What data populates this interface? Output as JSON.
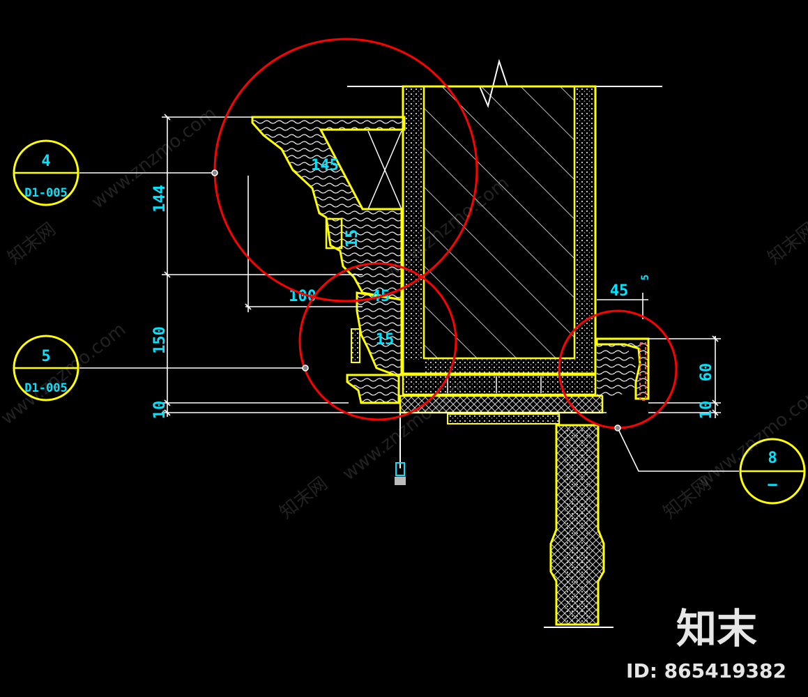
{
  "drawing": {
    "background": "#000000",
    "colors": {
      "outline": "#ffff00",
      "dimension": "#ffffff",
      "dimension_text": "#00e5ff",
      "callout_circle": "#ff0000",
      "hatch": "#ffffff"
    },
    "dimensions": {
      "d_top_height": "144",
      "d_mid_height": "150",
      "d_bottom_left": "10",
      "d_crown_width": "145",
      "d_small_gap": "15",
      "d_left_projection": "100",
      "d_left_15": "45",
      "d_base_15": "15",
      "d_right_45": "45",
      "d_right_small": "5",
      "d_right_height": "60",
      "d_bottom_right": "10"
    },
    "detail_tags": [
      {
        "number": "4",
        "sheet": "D1-005"
      },
      {
        "number": "5",
        "sheet": "D1-005"
      },
      {
        "number": "8",
        "sheet": "—"
      }
    ]
  },
  "watermark": {
    "site": "www.znzmo.com",
    "name": "知末网",
    "brand": "知末",
    "id_label": "ID: 865419382"
  }
}
